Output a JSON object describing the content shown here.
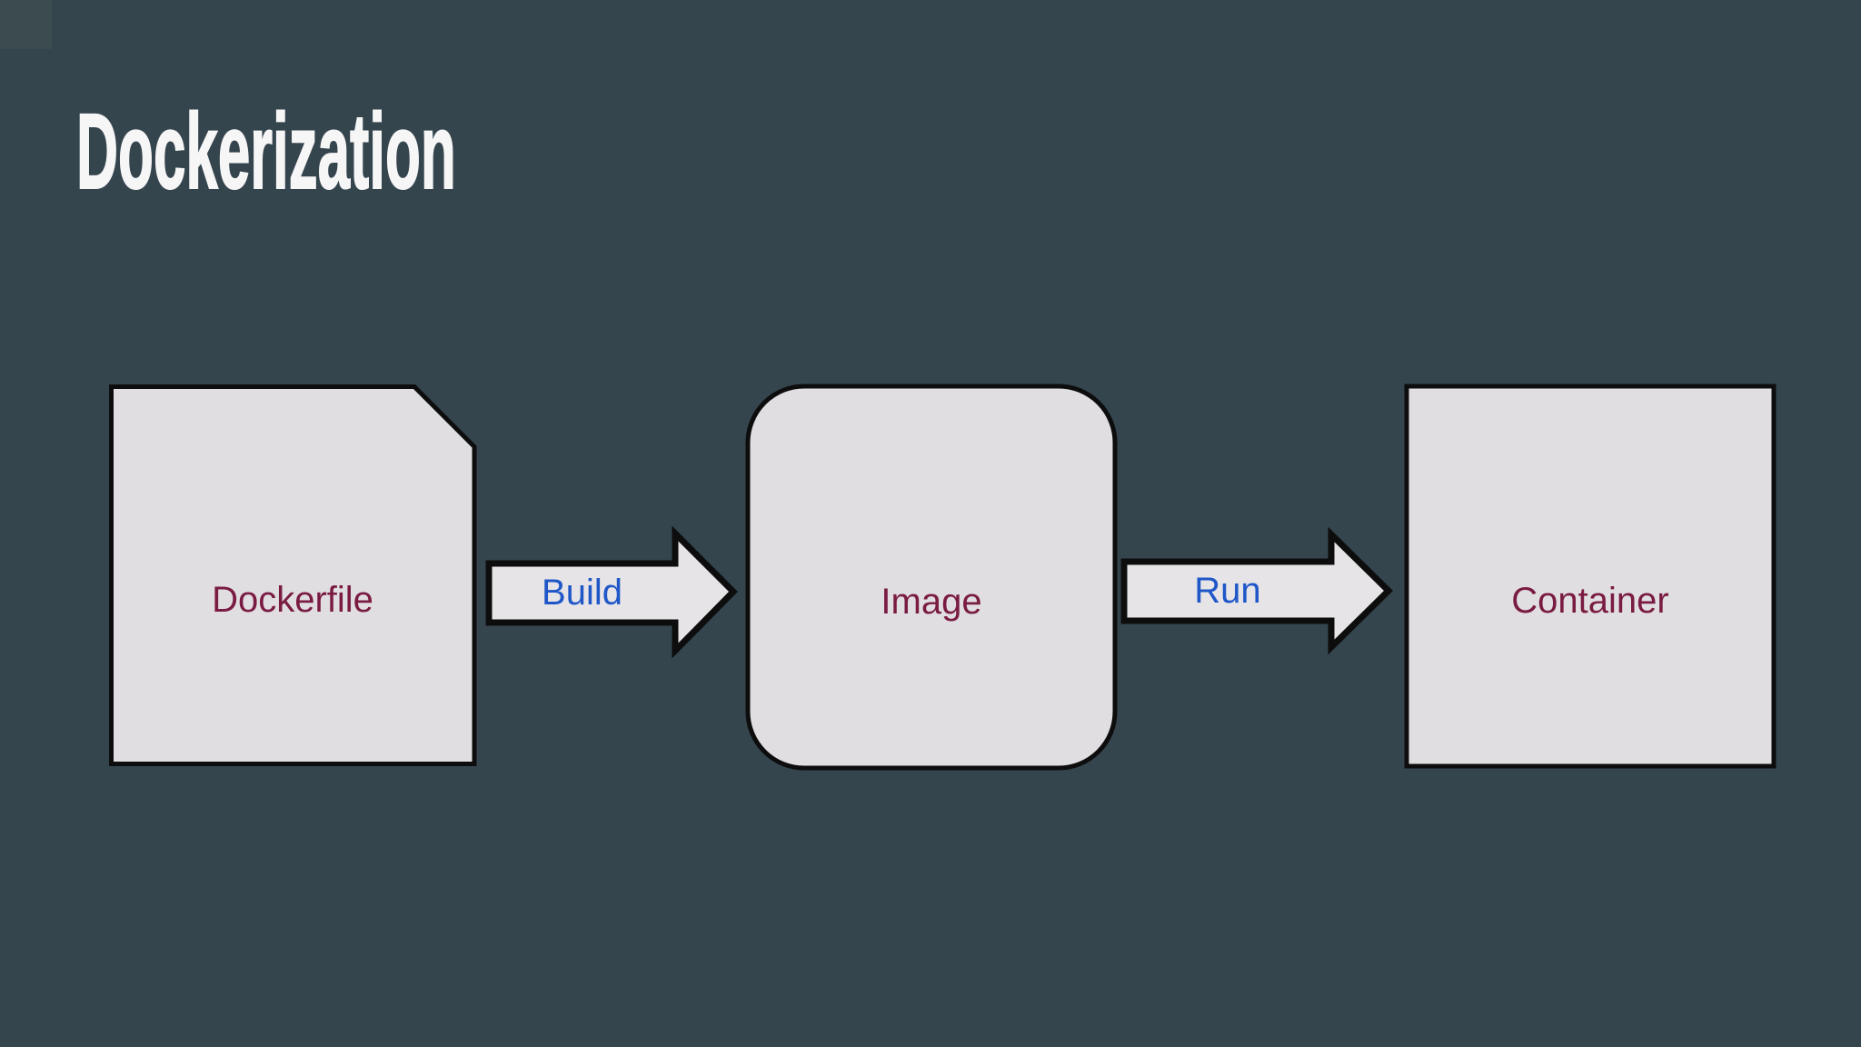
{
  "title": "Dockerization",
  "colors": {
    "background": "#35454e",
    "node_fill": "#e0dee1",
    "arrow_fill": "#e6e4e6",
    "outline": "#0d0d0d",
    "node_label_text": "#7a1b42",
    "arrow_label_text": "#1f57c8",
    "title_text": "#f7f6f7"
  },
  "diagram": {
    "nodes": [
      {
        "id": "dockerfile",
        "label": "Dockerfile",
        "shape": "document"
      },
      {
        "id": "image",
        "label": "Image",
        "shape": "rounded-rectangle"
      },
      {
        "id": "container",
        "label": "Container",
        "shape": "rectangle"
      }
    ],
    "edges": [
      {
        "id": "build",
        "label": "Build",
        "from": "dockerfile",
        "to": "image",
        "direction": "right"
      },
      {
        "id": "run",
        "label": "Run",
        "from": "image",
        "to": "container",
        "direction": "right"
      }
    ]
  }
}
